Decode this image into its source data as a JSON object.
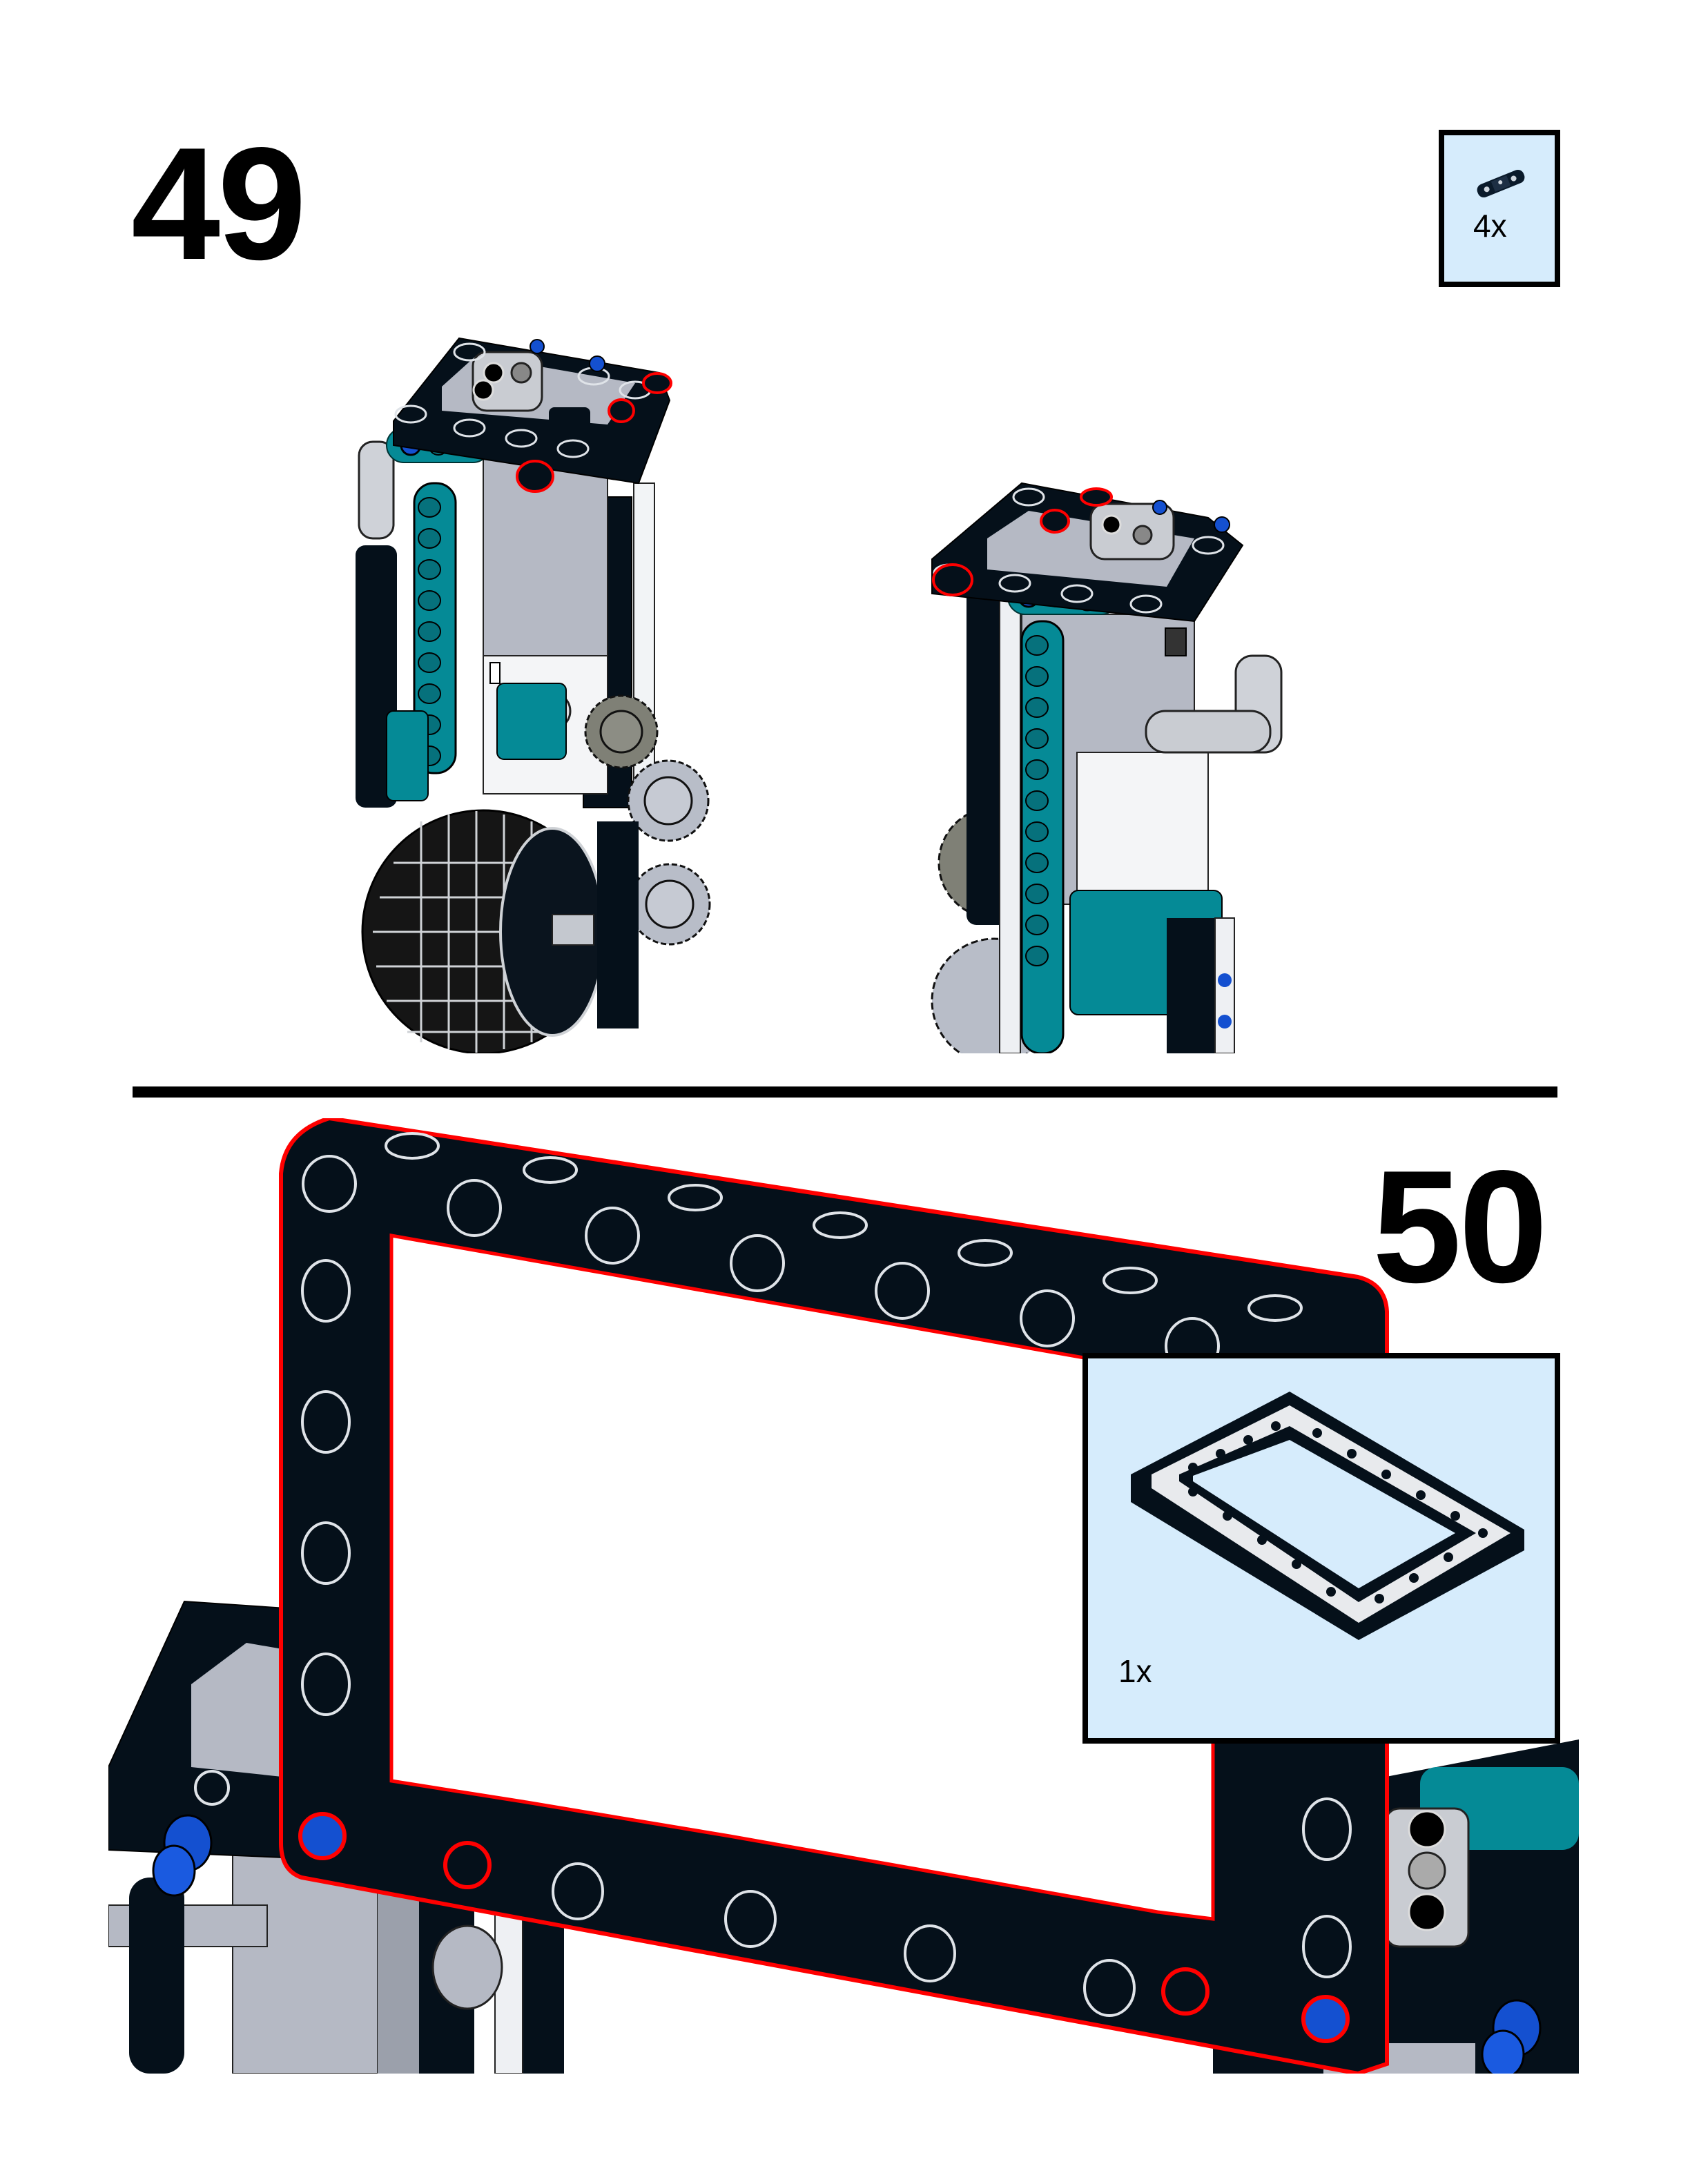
{
  "page": {
    "type": "building-instructions",
    "background": "#ffffff",
    "divider_color": "#000000"
  },
  "steps": [
    {
      "number": "49",
      "parts_callout": {
        "background": "#d6ecfc",
        "items": [
          {
            "icon": "connector-pin-icon",
            "color": "#0a1a2a",
            "quantity": "4x"
          }
        ]
      },
      "views": [
        {
          "name": "front-view",
          "highlight_color": "#ff0000",
          "highlighted_parts": 3
        },
        {
          "name": "rear-view",
          "highlight_color": "#ff0000",
          "highlighted_parts": 3
        }
      ]
    },
    {
      "number": "50",
      "parts_callout": {
        "background": "#d6ecfc",
        "items": [
          {
            "icon": "technic-frame-icon",
            "color": "#05101a",
            "quantity": "1x"
          }
        ]
      },
      "views": [
        {
          "name": "closeup-view",
          "highlight_color": "#ff0000",
          "highlighted_parts": 4
        }
      ]
    }
  ],
  "colors": {
    "beam_black": "#05101a",
    "teal": "#058a96",
    "light_gray": "#b5b9c4",
    "pin_blue": "#1450d0",
    "highlight_red": "#ff0000",
    "callout_blue": "#d6ecfc"
  }
}
